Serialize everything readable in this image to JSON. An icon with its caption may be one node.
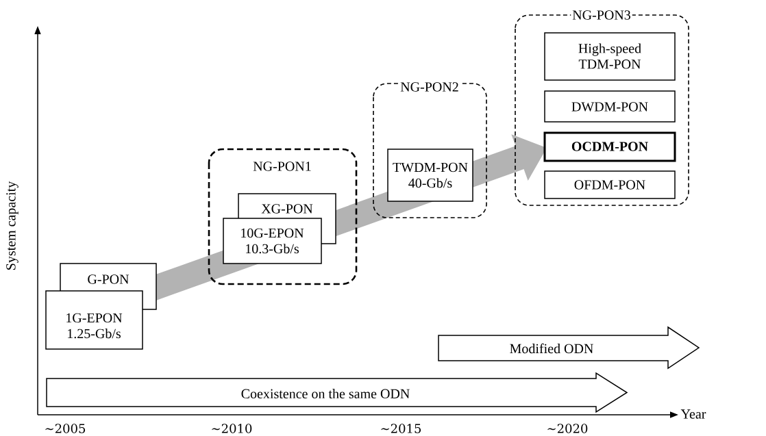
{
  "diagram": {
    "nodes": [
      {
        "text": [
          "G-PON"
        ]
      },
      {
        "text": [
          "1G-EPON",
          "1.25-Gb/s"
        ]
      },
      {
        "text": [
          "NG-PON1"
        ]
      },
      {
        "text": [
          "XG-PON"
        ],
        "in": 2
      },
      {
        "text": [
          "10G-EPON",
          "10.3-Gb/s"
        ],
        "in": 2
      },
      {
        "text": [
          "NG-PON2"
        ]
      },
      {
        "text": [
          "TWDM-PON",
          "40-Gb/s"
        ],
        "in": 5
      },
      {
        "text": [
          "NG-PON3"
        ]
      },
      {
        "text": [
          "High-speed TDM-PON"
        ],
        "in": 7
      },
      {
        "text": [
          "DWDM-PON"
        ],
        "in": 7
      },
      {
        "text": [
          "OCDM-PON"
        ],
        "in": 7
      },
      {
        "text": [
          "OFDM-PON"
        ],
        "in": 7
      },
      {
        "text": [
          "Modified ODN"
        ]
      },
      {
        "text": [
          "Coexistence on the same ODN"
        ]
      }
    ],
    "labels": [
      "System capacity",
      "Year",
      "∼2005",
      "∼2010",
      "∼2015",
      "∼2020"
    ]
  }
}
